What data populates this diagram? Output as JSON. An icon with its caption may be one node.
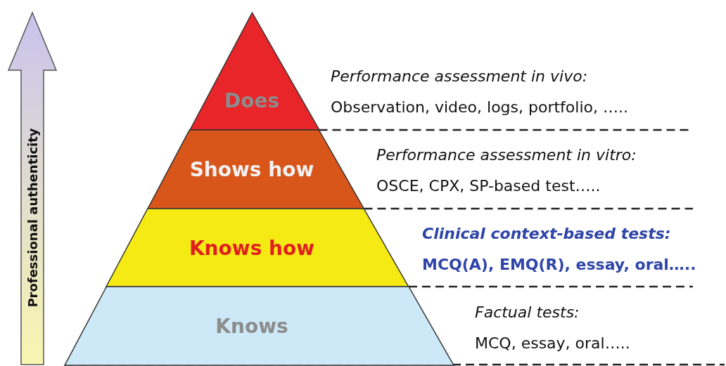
{
  "diagram": {
    "nodes": [
      {
        "text": [
          "Does"
        ],
        "beside": [
          "Performance assessment in vivo:",
          "Observation, video, logs, portfolio, ….."
        ]
      },
      {
        "text": [
          "Shows how"
        ],
        "beside": [
          "Performance assessment in vitro:",
          "OSCE, CPX, SP-based test….."
        ]
      },
      {
        "text": [
          "Knows how"
        ],
        "beside": [
          "Clinical context-based tests:",
          "MCQ(A), EMQ(R), essay, oral….."
        ]
      },
      {
        "text": [
          "Knows"
        ],
        "beside": [
          "Factual tests:",
          "MCQ, essay, oral….."
        ]
      }
    ],
    "edges": [],
    "labels": [
      "Professional authenticity"
    ]
  }
}
